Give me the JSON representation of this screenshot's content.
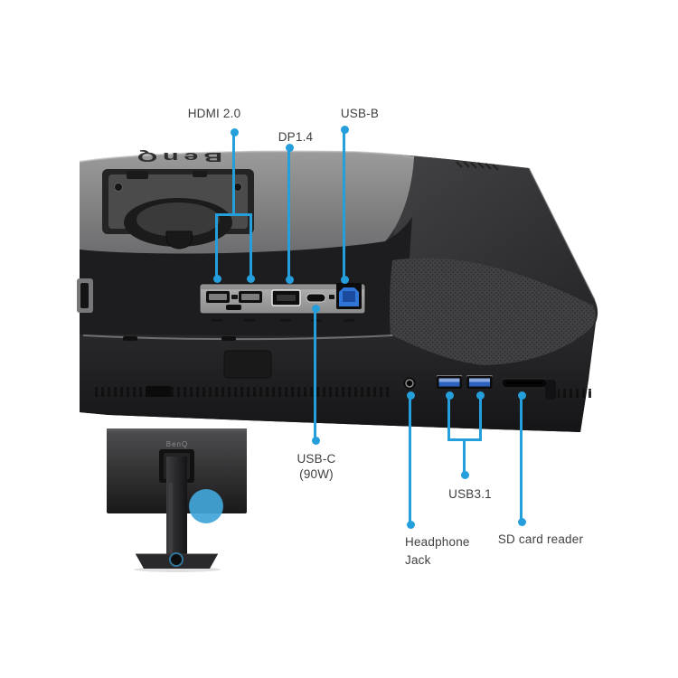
{
  "accent_color": "#259fdb",
  "brand": {
    "logo": "BenQ"
  },
  "inset": {
    "logo": "BenQ",
    "circle_color": "#42a5d7"
  },
  "callouts": {
    "hdmi": {
      "label": "HDMI 2.0"
    },
    "dp": {
      "label": "DP1.4"
    },
    "usb_b": {
      "label": "USB-B"
    },
    "usb_c": {
      "label": "USB-C",
      "label2": "(90W)"
    },
    "headphone": {
      "label": "Headphone",
      "label2": "Jack"
    },
    "usb31": {
      "label": "USB3.1"
    },
    "sd": {
      "label": "SD card reader"
    }
  }
}
